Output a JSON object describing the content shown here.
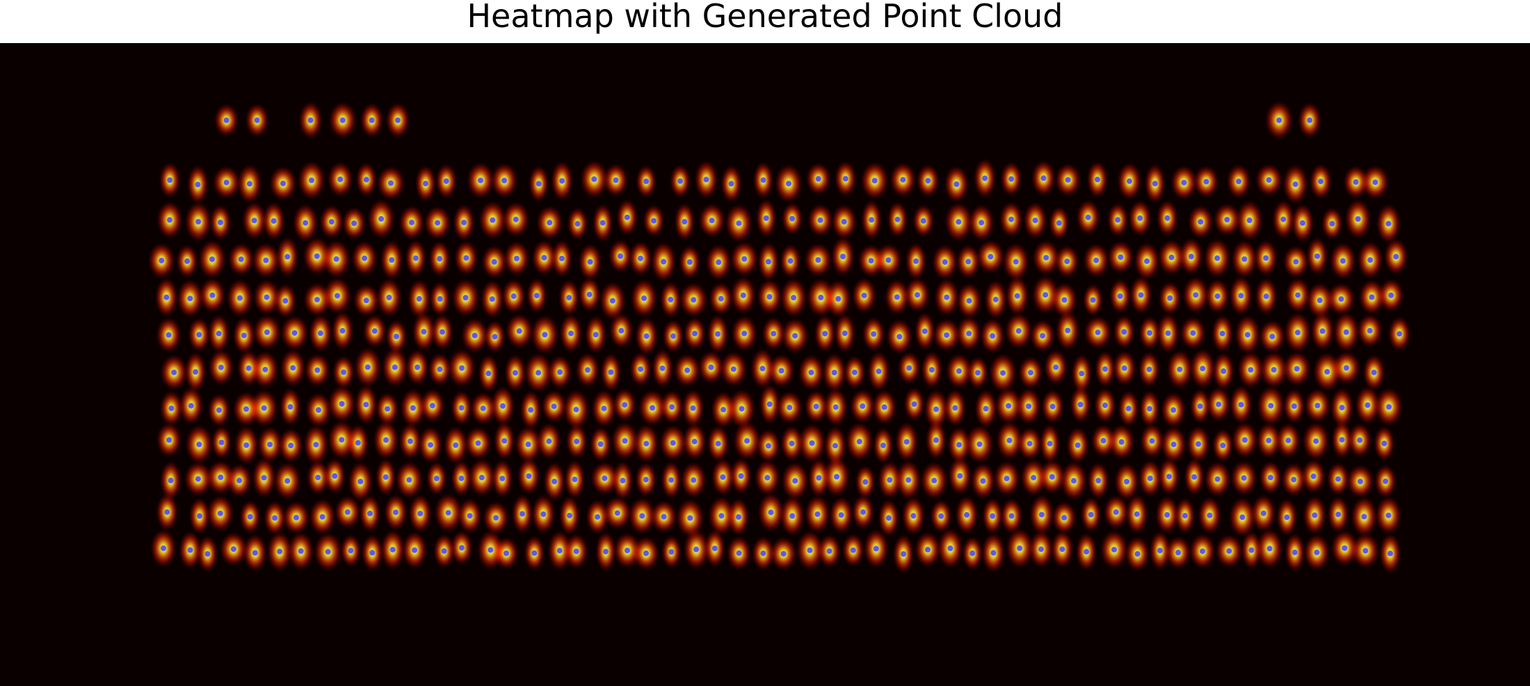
{
  "chart_data": {
    "type": "heatmap",
    "title": "Heatmap with Generated Point Cloud",
    "xlabel": "",
    "ylabel": "",
    "grid": false,
    "axes_visible": false,
    "colormap": "hot",
    "colors": {
      "background": "#0a0000",
      "blob_core": "#ffffff",
      "blob_mid": "#ffd000",
      "blob_edge": "#cc1100",
      "point": "#5a5ae6"
    },
    "top_rows": [
      {
        "y": 0.12,
        "x": [
          0.148,
          0.168,
          0.203,
          0.224,
          0.243,
          0.26
        ]
      },
      {
        "y": 0.12,
        "x": [
          0.836,
          0.856
        ]
      }
    ],
    "grid_rows": [
      {
        "y": 0.215,
        "x0": 0.11,
        "x1": 0.902,
        "count": 44
      },
      {
        "y": 0.276,
        "x0": 0.11,
        "x1": 0.907,
        "count": 46
      },
      {
        "y": 0.336,
        "x0": 0.107,
        "x1": 0.912,
        "count": 50
      },
      {
        "y": 0.396,
        "x0": 0.107,
        "x1": 0.912,
        "count": 50
      },
      {
        "y": 0.452,
        "x0": 0.112,
        "x1": 0.912,
        "count": 50
      },
      {
        "y": 0.509,
        "x0": 0.112,
        "x1": 0.897,
        "count": 50
      },
      {
        "y": 0.566,
        "x0": 0.112,
        "x1": 0.907,
        "count": 52
      },
      {
        "y": 0.622,
        "x0": 0.112,
        "x1": 0.907,
        "count": 52
      },
      {
        "y": 0.678,
        "x0": 0.112,
        "x1": 0.907,
        "count": 52
      },
      {
        "y": 0.734,
        "x0": 0.112,
        "x1": 0.907,
        "count": 50
      },
      {
        "y": 0.79,
        "x0": 0.107,
        "x1": 0.907,
        "count": 54
      }
    ]
  }
}
